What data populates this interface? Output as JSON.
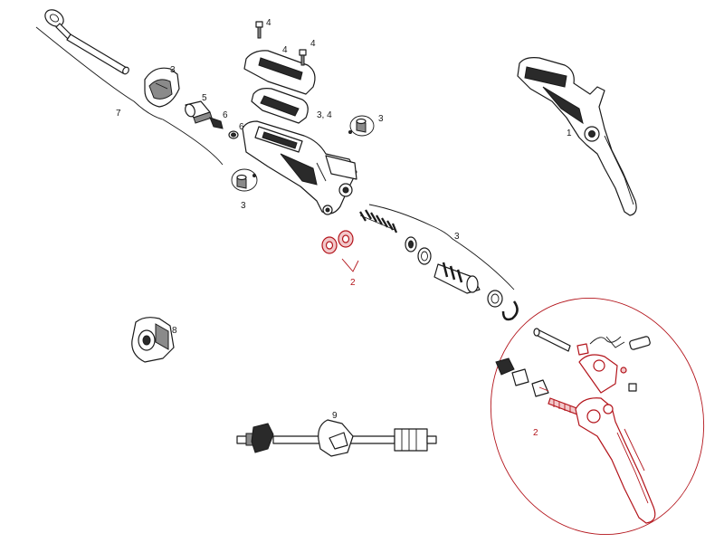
{
  "colors": {
    "ink": "#1a1a1a",
    "accent_red": "#b3141b",
    "background": "#ffffff"
  },
  "labels": {
    "hose_bracket": "7",
    "clamp_top": "3",
    "adjuster": "5",
    "fitting_a": "6",
    "fitting_b": "6",
    "screw_left": "4",
    "cap": "4",
    "screw_right": "4",
    "bladder": "3, 4",
    "bleed_port_right": "3",
    "bleed_port_left": "3",
    "assembled_lever": "1",
    "piston_group": "3",
    "washers": "2",
    "clamp_bottom": "8",
    "tool": "9",
    "lever_detail": "2"
  }
}
